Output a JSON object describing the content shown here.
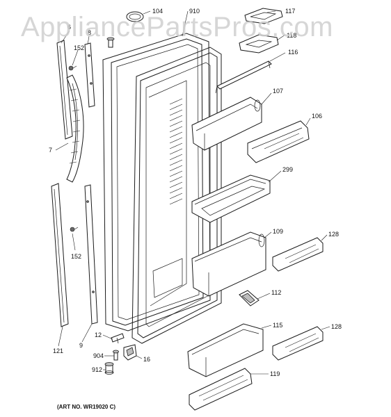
{
  "watermark": "AppliancePartsPros.com",
  "art_number": "(ART NO. WR19020 C)",
  "callouts": {
    "c104": "104",
    "c910": "910",
    "c117": "117",
    "c118": "118",
    "c116": "116",
    "c6": "6",
    "c8": "8",
    "c152a": "152",
    "c107": "107",
    "c106": "106",
    "c7": "7",
    "c299": "299",
    "c109": "109",
    "c128a": "128",
    "c152b": "152",
    "c112": "112",
    "c115": "115",
    "c128b": "128",
    "c121": "121",
    "c9": "9",
    "c12": "12",
    "c904": "904",
    "c16": "16",
    "c912": "912",
    "c119": "119"
  }
}
